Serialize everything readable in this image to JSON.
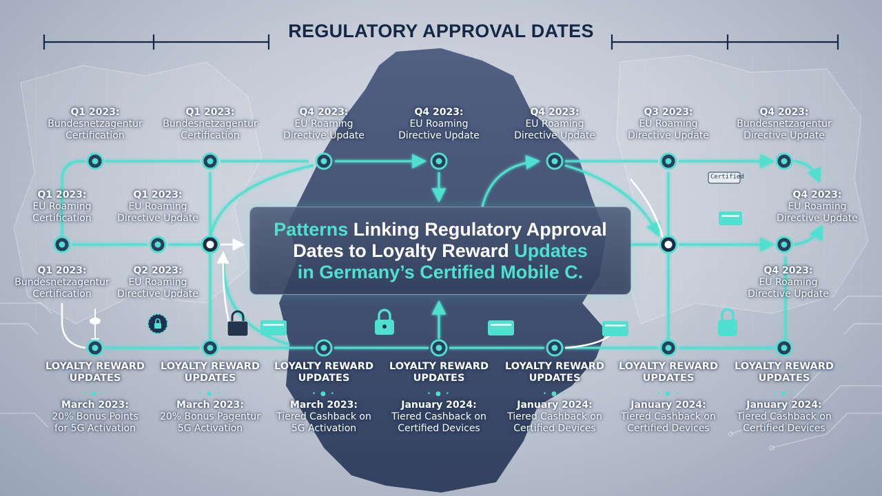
{
  "header": {
    "title": "REGULATORY APPROVAL DATES"
  },
  "center_title": {
    "line1_teal": "Patterns",
    "line1_rest": " Linking Regulatory Approval",
    "line2_rest": "Dates to Loyalty Reward ",
    "line2_teal": "Updates",
    "line3": "in Germany’s Certified Mobile C."
  },
  "colors": {
    "accent": "#4fe0cf",
    "navy": "#142744",
    "map": "#37476a"
  },
  "nodes": {
    "n01": {
      "l1": "Q1 2023:",
      "l2": "Bundesnetzagentur",
      "l3": "Certification"
    },
    "n02": {
      "l1": "Q1 2023:",
      "l2": "Bundesnetzagentur",
      "l3": "Certification"
    },
    "n03": {
      "l1": "Q4 2023:",
      "l2": "EU Roaming",
      "l3": "Directive Update"
    },
    "n04": {
      "l1": "Q4 2023:",
      "l2": "EU Roaming",
      "l3": "Directive Update"
    },
    "n05": {
      "l1": "Q4 2023:",
      "l2": "EU Roaming",
      "l3": "Directive Update"
    },
    "n06": {
      "l1": "Q3 2023:",
      "l2": "EU Roaming",
      "l3": "Directive Update"
    },
    "n07": {
      "l1": "Q4 2023:",
      "l2": "Bundesnetzagentur",
      "l3": "Directive Update"
    },
    "n08": {
      "l1": "Q1 2023:",
      "l2": "EU Roaming",
      "l3": "Certification"
    },
    "n09": {
      "l1": "Q1 2023:",
      "l2": "EU Roaming",
      "l3": "Directive Update"
    },
    "n10": {
      "l1": "Q4 2023:",
      "l2": "EU Roaming",
      "l3": "Directive Update"
    },
    "n11": {
      "l1": "Q1 2023:",
      "l2": "Bundesnetzagentur",
      "l3": "Certification"
    },
    "n12": {
      "l1": "Q2 2023:",
      "l2": "EU Roaming",
      "l3": "Directive Update"
    },
    "n13": {
      "l1": "Q4 2023:",
      "l2": "EU Roaming",
      "l3": "Directive Update"
    }
  },
  "loyalty": {
    "title_line1": "LOYALTY REWARD",
    "title_line2": "UPDATES",
    "items": [
      {
        "date": "March 2023:",
        "line2": "20% Bonus Points",
        "line3": "for 5G Activation"
      },
      {
        "date": "March 2023:",
        "line2": "20% Bonus Pagentur",
        "line3": "5G Activation"
      },
      {
        "date": "March 2023:",
        "line2": "Tiered Cashback on",
        "line3": "5G Activation"
      },
      {
        "date": "January 2024:",
        "line2": "Tiered Cashback on",
        "line3": "Certified Devices"
      },
      {
        "date": "January 2024:",
        "line2": "Tiered Cashback on",
        "line3": "Certified Devices"
      },
      {
        "date": "January 2024:",
        "line2": "Tiered Cashback on",
        "line3": "Certified Devices"
      },
      {
        "date": "January 2024:",
        "line2": "Tiered Cashback on",
        "line3": "Certified Devices"
      }
    ]
  },
  "badges": {
    "certified_tag": "Certified"
  },
  "icons": [
    "lock-icon",
    "payment-card-icon",
    "tv-tower-icon",
    "seal-icon"
  ]
}
